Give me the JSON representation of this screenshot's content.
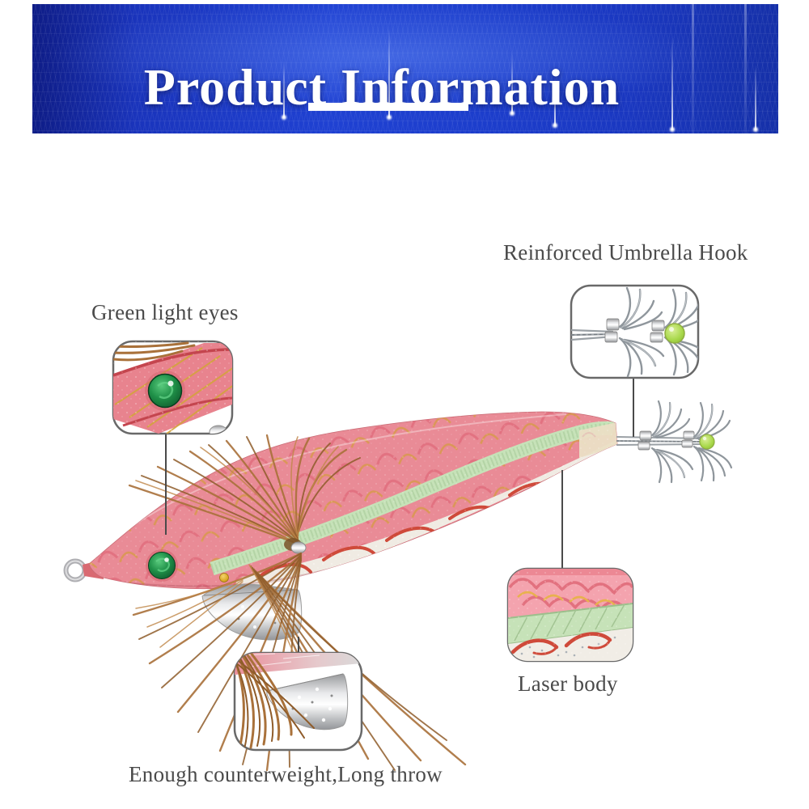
{
  "banner": {
    "title": "Product Information",
    "background_color": "#1c3ecb",
    "title_color": "#ffffff"
  },
  "callouts": {
    "eyes": {
      "label": "Green light eyes"
    },
    "hook": {
      "label": "Reinforced Umbrella Hook"
    },
    "laser": {
      "label": "Laser body"
    },
    "weight": {
      "label": "Enough counterweight,Long throw"
    }
  },
  "product": {
    "body_color": "#e98b96",
    "stripe_color": "#c6e2b8",
    "belly_color": "#f0ebe3",
    "scale_accent_gold": "#d89a48",
    "flame_accent_red": "#cf4a3a",
    "eye_color": "#1f9048",
    "glow_tip_color": "#a8d84a",
    "feather_color": "#a9713a",
    "hardware_silver": "#c7ccd0",
    "tail_wrap_color": "#eadfc5"
  }
}
